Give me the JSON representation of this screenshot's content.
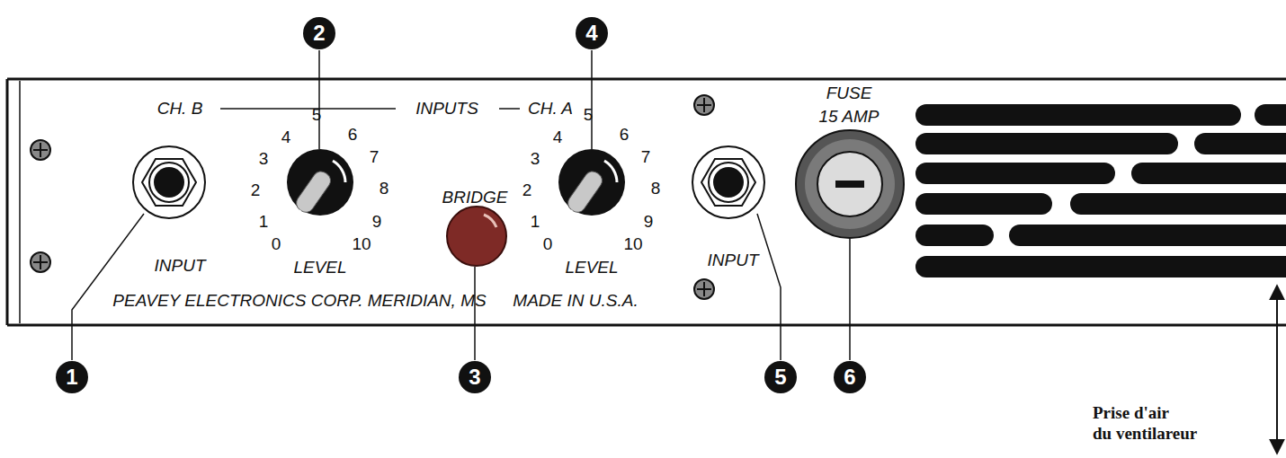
{
  "diagram": {
    "nodes": [
      {
        "text": [
          "2"
        ]
      },
      {
        "text": [
          "4"
        ]
      },
      {
        "text": [
          "1"
        ]
      },
      {
        "text": [
          "3"
        ]
      },
      {
        "text": [
          "5"
        ]
      },
      {
        "text": [
          "6"
        ]
      }
    ],
    "labels": [
      "CH. B",
      "INPUTS",
      "CH. A",
      "FUSE",
      "15 AMP",
      "0",
      "1",
      "2",
      "3",
      "4",
      "5",
      "6",
      "7",
      "8",
      "9",
      "10",
      "LEVEL",
      "BRIDGE",
      "0",
      "1",
      "2",
      "3",
      "4",
      "5",
      "6",
      "7",
      "8",
      "9",
      "10",
      "LEVEL",
      "INPUT",
      "INPUT",
      "PEAVEY ELECTRONICS CORP. MERIDIAN, MS",
      "MADE IN U.S.A.",
      "Prise d'air",
      "du ventilareur"
    ]
  }
}
